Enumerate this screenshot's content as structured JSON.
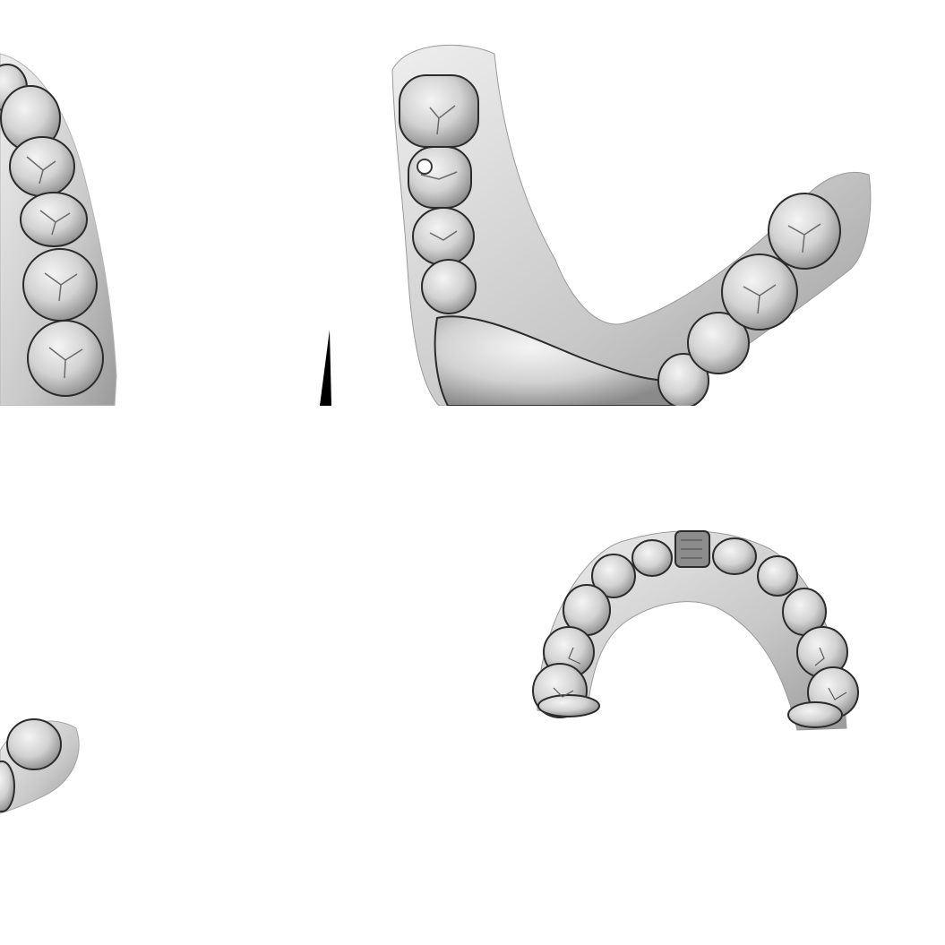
{
  "viewports": [
    {
      "id": "top-left",
      "content": "lower-arch-right-molars-closeup",
      "shading": "grayscale"
    },
    {
      "id": "top-right",
      "content": "lower-arch-occlusal-view",
      "shading": "grayscale"
    },
    {
      "id": "bottom-left",
      "content": "arch-fragment-partial-view",
      "shading": "grayscale"
    },
    {
      "id": "bottom-right",
      "content": "upper-arch-occlusal-view",
      "shading": "grayscale"
    }
  ],
  "colors": {
    "background": "#ffffff",
    "mesh_light": "#e6e6e6",
    "mesh_mid": "#bdbdbd",
    "mesh_dark": "#5a5a5a",
    "outline": "#2b2b2b",
    "marker": "#000000"
  }
}
